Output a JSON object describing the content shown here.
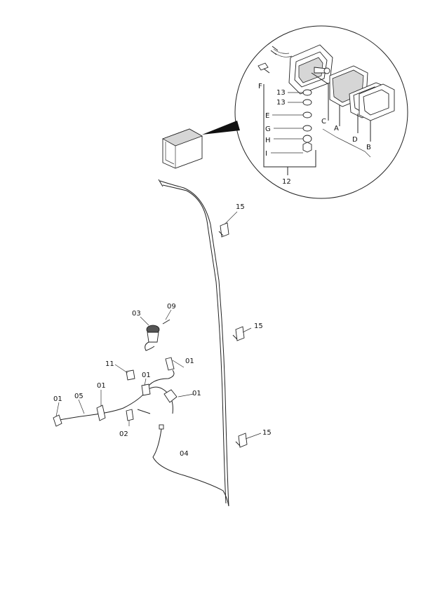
{
  "labels": {
    "f": "F",
    "n13a": "13",
    "n13b": "13",
    "e": "E",
    "g": "G",
    "h": "H",
    "i": "I",
    "n12": "12",
    "c": "C",
    "a": "A",
    "d": "D",
    "b": "B",
    "n15a": "15",
    "n15b": "15",
    "n15c": "15",
    "n03": "03",
    "n09": "09",
    "n11": "11",
    "n01a": "01",
    "n01b": "01",
    "n01c": "01",
    "n01d": "01",
    "n01e": "01",
    "n05": "05",
    "n02": "02",
    "n04": "04"
  }
}
